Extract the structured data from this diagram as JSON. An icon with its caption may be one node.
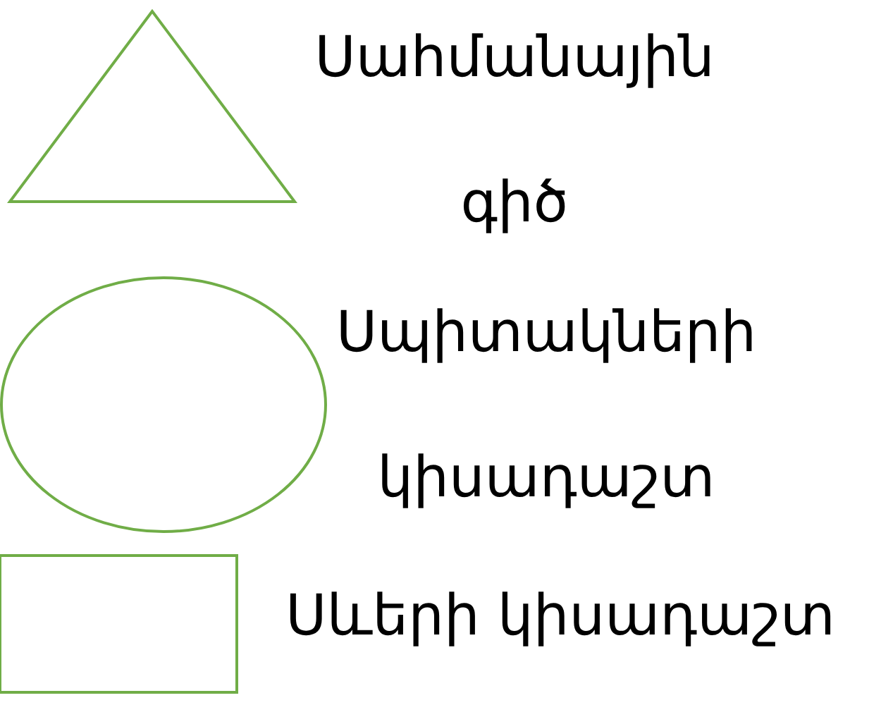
{
  "diagram": {
    "nodes": [
      {
        "text": [],
        "shape": "triangle",
        "beside": [
          "Սահմանային գիծ"
        ]
      },
      {
        "text": [],
        "shape": "ellipse",
        "beside": [
          "Սպիտակների կիսադաշտ"
        ]
      },
      {
        "text": [],
        "shape": "box",
        "beside": [
          "Սևերի կիսադաշտ"
        ]
      }
    ]
  }
}
